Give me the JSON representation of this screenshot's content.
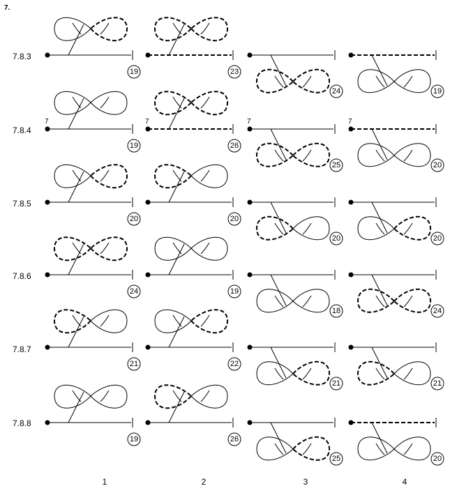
{
  "figure_number": "7.",
  "columns": [
    "1",
    "2",
    "3",
    "4"
  ],
  "rows": [
    {
      "label": "7.8.3",
      "start_mark": "",
      "cells": [
        {
          "count": "19",
          "orientation": "up",
          "dashed": "right"
        },
        {
          "count": "23",
          "orientation": "up",
          "dashed": "both"
        },
        {
          "count": "24",
          "orientation": "down",
          "dashed": "both"
        },
        {
          "count": "19",
          "orientation": "down",
          "dashed": "line"
        }
      ]
    },
    {
      "label": "7.8.4",
      "start_mark": "7",
      "cells": [
        {
          "count": "19",
          "orientation": "up",
          "dashed": "none"
        },
        {
          "count": "26",
          "orientation": "up",
          "dashed": "both"
        },
        {
          "count": "25",
          "orientation": "down",
          "dashed": "both"
        },
        {
          "count": "20",
          "orientation": "down",
          "dashed": "line"
        }
      ]
    },
    {
      "label": "7.8.5",
      "start_mark": "",
      "cells": [
        {
          "count": "20",
          "orientation": "up",
          "dashed": "right"
        },
        {
          "count": "20",
          "orientation": "up",
          "dashed": "left"
        },
        {
          "count": "20",
          "orientation": "down",
          "dashed": "left"
        },
        {
          "count": "20",
          "orientation": "down",
          "dashed": "right"
        }
      ]
    },
    {
      "label": "7.8.6",
      "start_mark": "",
      "cells": [
        {
          "count": "24",
          "orientation": "up",
          "dashed": "both"
        },
        {
          "count": "19",
          "orientation": "up",
          "dashed": "none"
        },
        {
          "count": "18",
          "orientation": "down",
          "dashed": "none"
        },
        {
          "count": "24",
          "orientation": "down",
          "dashed": "both"
        }
      ]
    },
    {
      "label": "7.8.7",
      "start_mark": "",
      "cells": [
        {
          "count": "21",
          "orientation": "up",
          "dashed": "left"
        },
        {
          "count": "22",
          "orientation": "up",
          "dashed": "right"
        },
        {
          "count": "21",
          "orientation": "down",
          "dashed": "right"
        },
        {
          "count": "21",
          "orientation": "down",
          "dashed": "left"
        }
      ]
    },
    {
      "label": "7.8.8",
      "start_mark": "",
      "cells": [
        {
          "count": "19",
          "orientation": "up",
          "dashed": "none"
        },
        {
          "count": "26",
          "orientation": "up",
          "dashed": "left"
        },
        {
          "count": "25",
          "orientation": "down",
          "dashed": "right"
        },
        {
          "count": "20",
          "orientation": "down",
          "dashed": "line"
        }
      ]
    }
  ]
}
